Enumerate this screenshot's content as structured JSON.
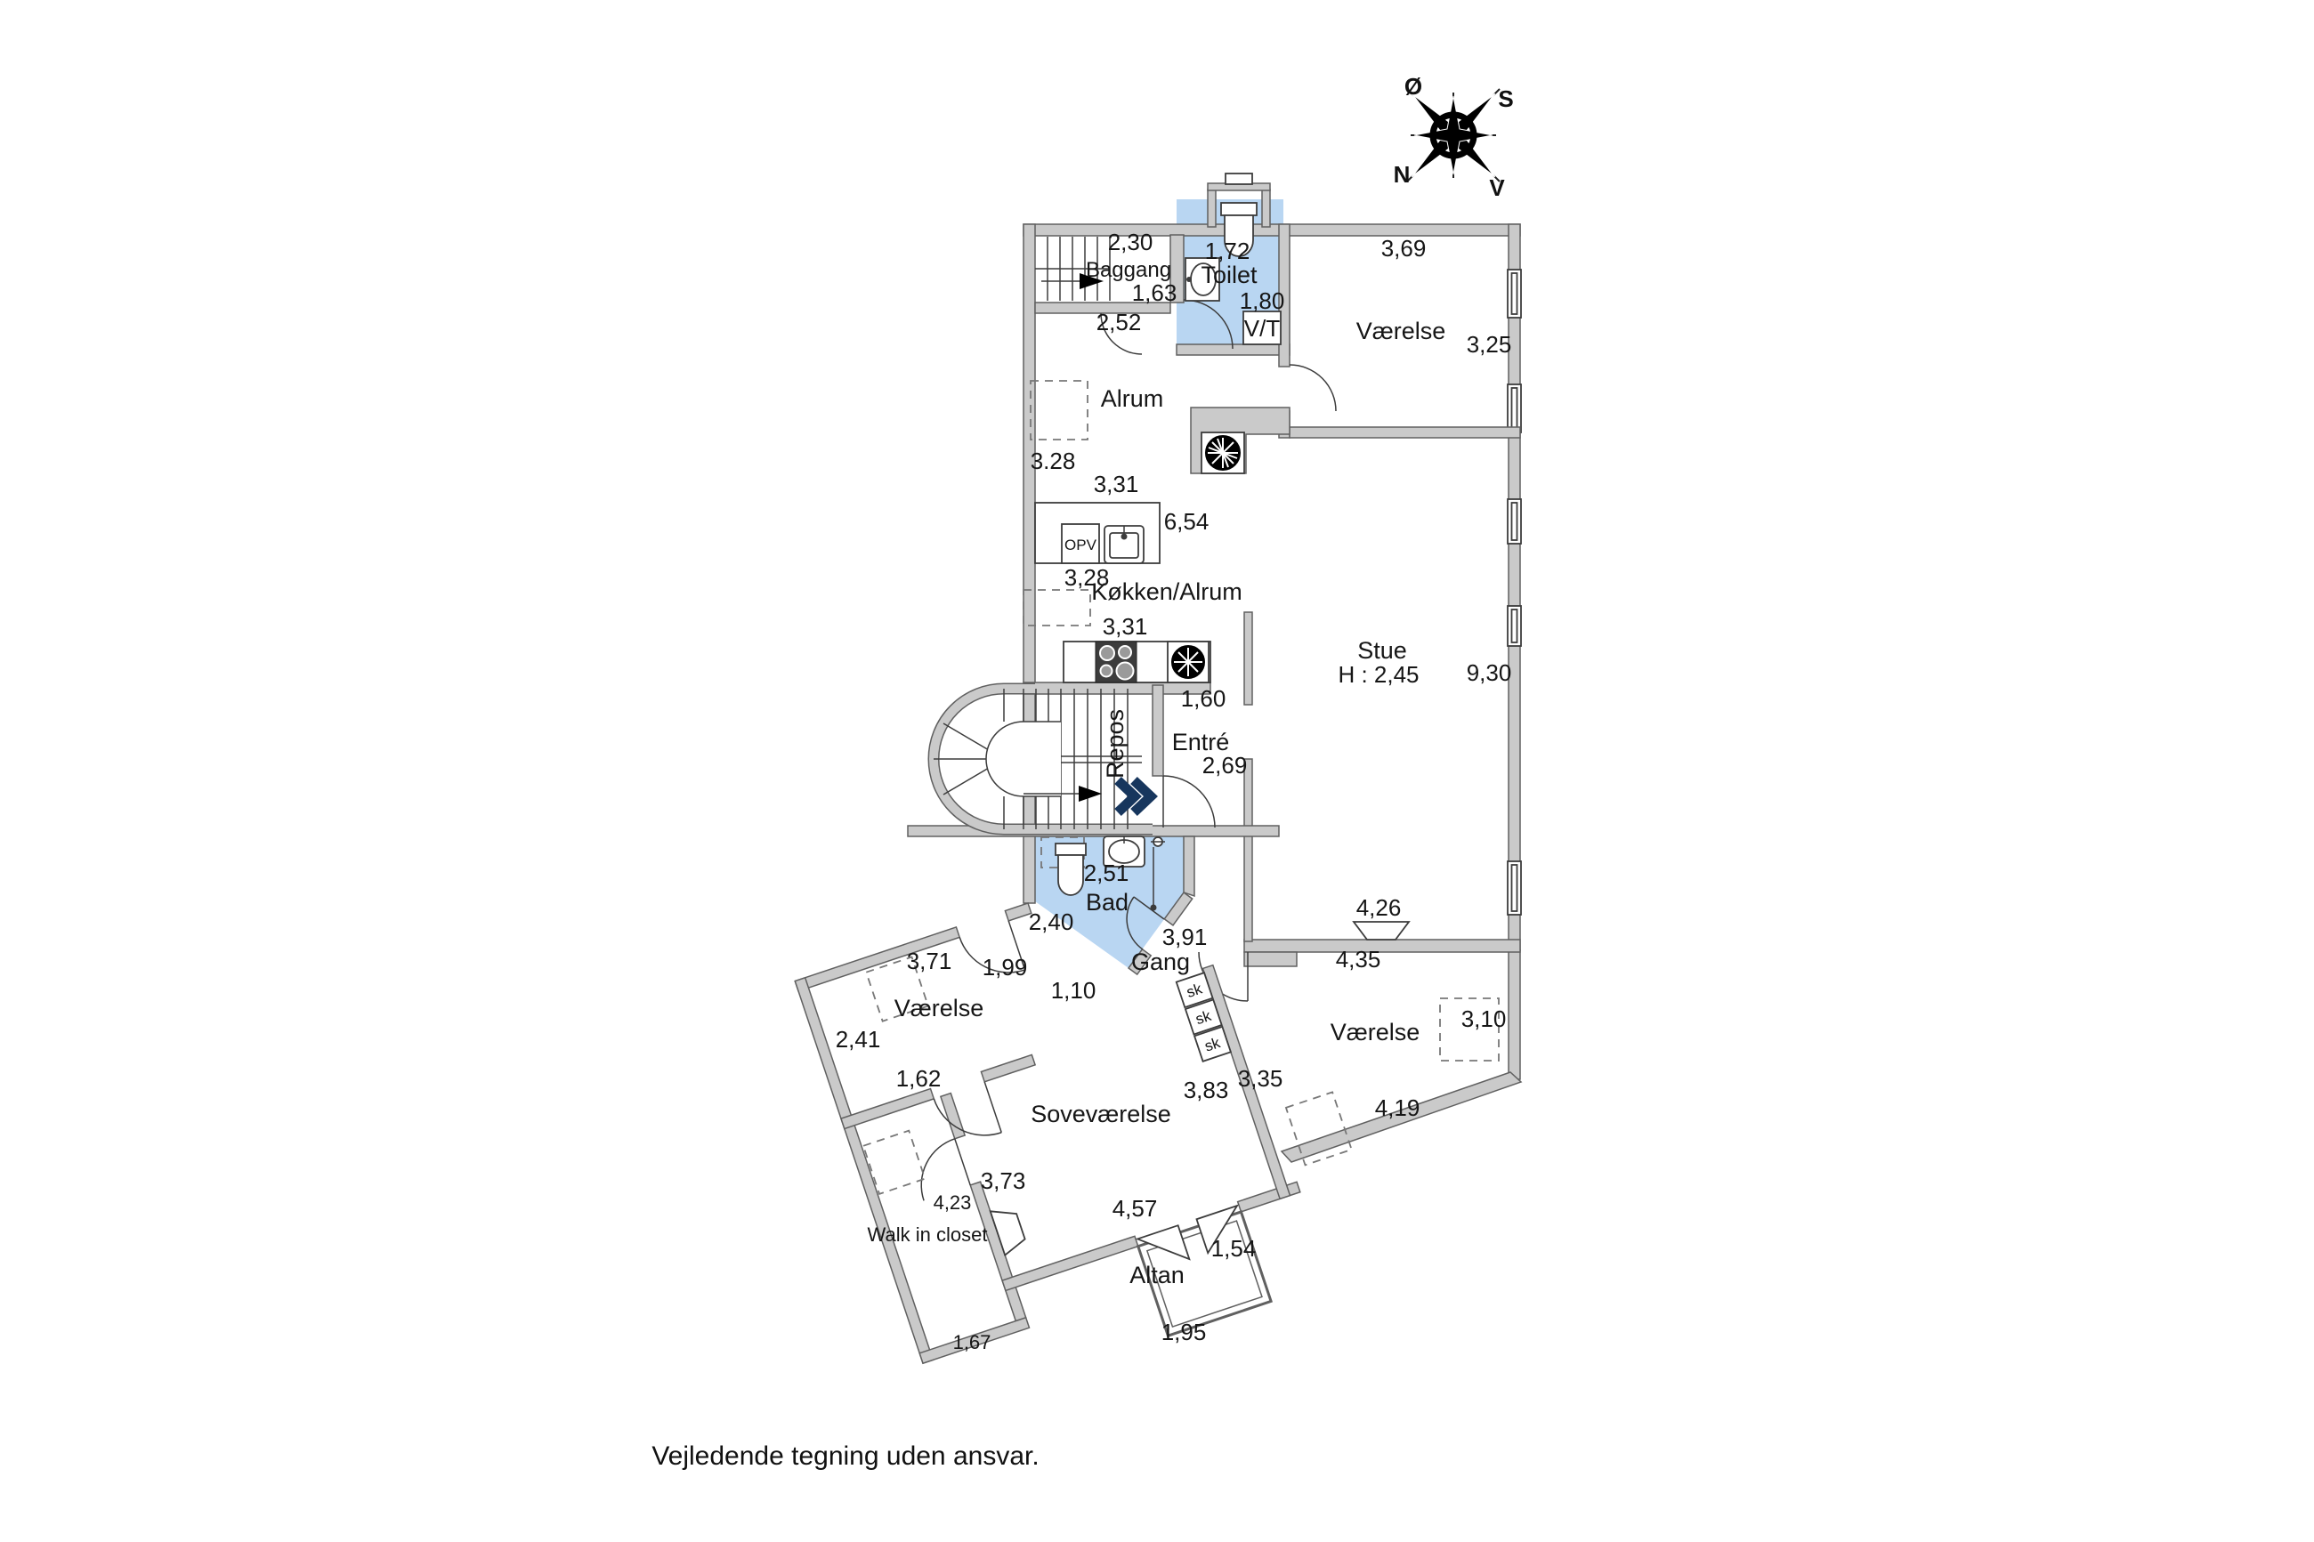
{
  "footer": {
    "disclaimer": "Vejledende tegning uden ansvar."
  },
  "compass": {
    "east": "Ø",
    "south": "S",
    "north": "N",
    "west": "V"
  },
  "rooms": {
    "baggang": {
      "name": "Baggang",
      "width": "2,30",
      "depth": "1,63",
      "door": "2,52"
    },
    "toilet": {
      "name": "Toilet",
      "width": "1,72",
      "depth": "1,80",
      "shaft": "V/T"
    },
    "vaerelse_ne": {
      "name": "Værelse",
      "width": "3,69",
      "depth": "3,25"
    },
    "alrum": {
      "name": "Alrum",
      "width": "3.28",
      "depth": "3,31"
    },
    "koekken_alrum": {
      "name": "Køkken/Alrum",
      "counter": "6,54",
      "width": "3,28",
      "depth": "3,31",
      "opening": "1,60",
      "dishwasher": "OPV"
    },
    "stue": {
      "name": "Stue",
      "ceiling": "H : 2,45",
      "length": "9,30",
      "radiator": "4,26"
    },
    "repos": {
      "name": "Repos"
    },
    "entre": {
      "name": "Entré",
      "width": "2,69"
    },
    "bad": {
      "name": "Bad",
      "width": "2,51",
      "left": "2,40",
      "wall": "3,91"
    },
    "gang": {
      "name": "Gang",
      "closet": "sk"
    },
    "vaerelse_w": {
      "name": "Værelse",
      "width": "3,71",
      "wall": "1,99",
      "door": "1,10",
      "depth": "2,41",
      "bottom": "1,62"
    },
    "sovevaerelse": {
      "name": "Soveværelse",
      "left": "3,73",
      "right": "3,83",
      "wall": "3,35",
      "width": "4,57"
    },
    "walk_in_closet": {
      "name": "Walk in closet",
      "length": "4,23",
      "width": "1,67"
    },
    "vaerelse_se": {
      "name": "Værelse",
      "top": "4,35",
      "box": "3,10",
      "bottom": "4,19"
    },
    "altan": {
      "name": "Altan",
      "depth": "1,54",
      "width": "1,95"
    }
  },
  "colors": {
    "wall_fill": "#cacaca",
    "wall_stroke": "#606060",
    "wet_room": "#b9d6f2",
    "arrow_navy": "#17365d"
  }
}
